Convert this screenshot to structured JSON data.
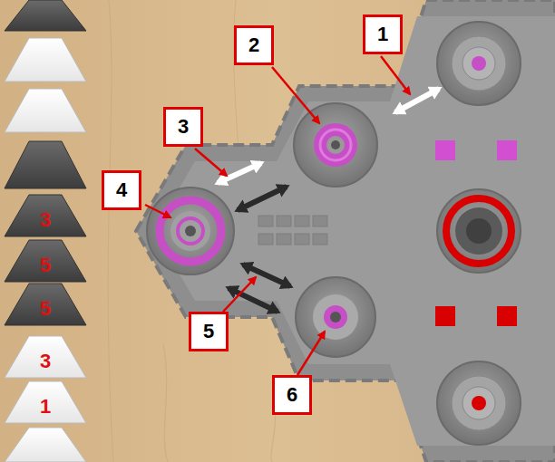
{
  "diagram": {
    "nodes": [
      {
        "text": [
          "1"
        ]
      },
      {
        "text": [
          "2"
        ]
      },
      {
        "text": [
          "3"
        ]
      },
      {
        "text": [
          "4"
        ]
      },
      {
        "text": [
          "5"
        ]
      },
      {
        "text": [
          "6"
        ]
      },
      {
        "text": [
          "3"
        ]
      },
      {
        "text": [
          "5"
        ]
      },
      {
        "text": [
          "5"
        ]
      },
      {
        "text": [
          "3"
        ]
      },
      {
        "text": [
          "1"
        ]
      }
    ]
  }
}
